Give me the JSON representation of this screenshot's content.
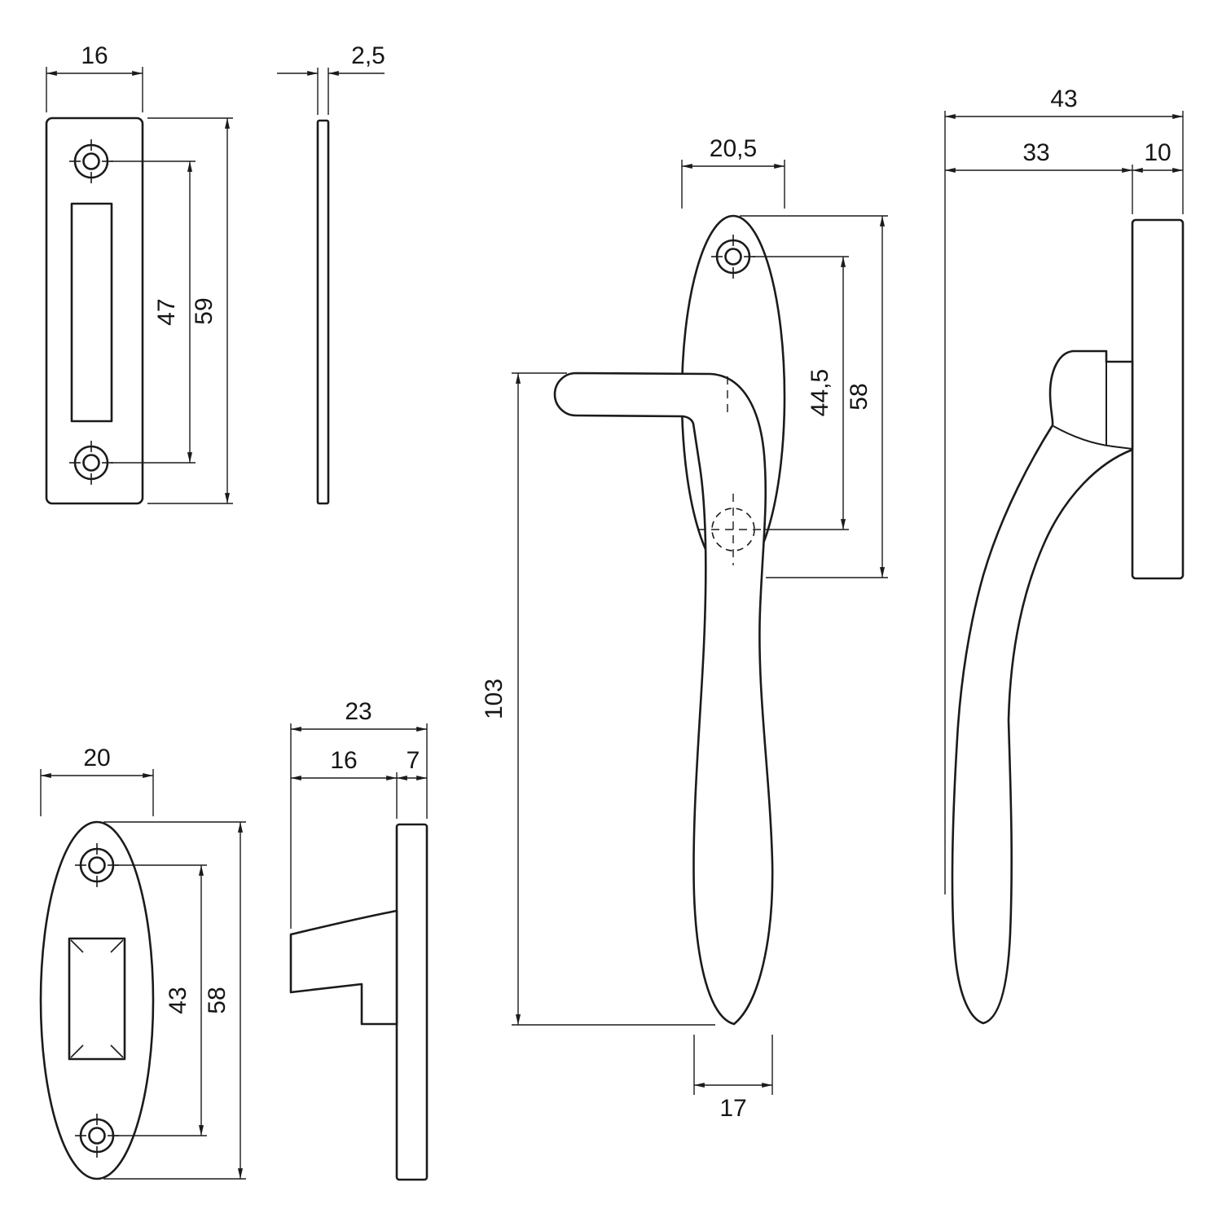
{
  "drawing": {
    "strike_front": {
      "width": "16",
      "hole_spacing": "47",
      "height": "59"
    },
    "strike_side": {
      "thickness": "2,5"
    },
    "handle_front": {
      "plate_width": "20,5",
      "hole_to_spindle": "44,5",
      "plate_height": "58",
      "length": "103",
      "blade_width": "17"
    },
    "handle_side": {
      "depth_total": "43",
      "reach": "33",
      "plate_depth": "10"
    },
    "keeper_front": {
      "width": "20",
      "hole_spacing": "43",
      "height": "58"
    },
    "keeper_side": {
      "depth_total": "23",
      "reach": "16",
      "plate_depth": "7"
    }
  }
}
